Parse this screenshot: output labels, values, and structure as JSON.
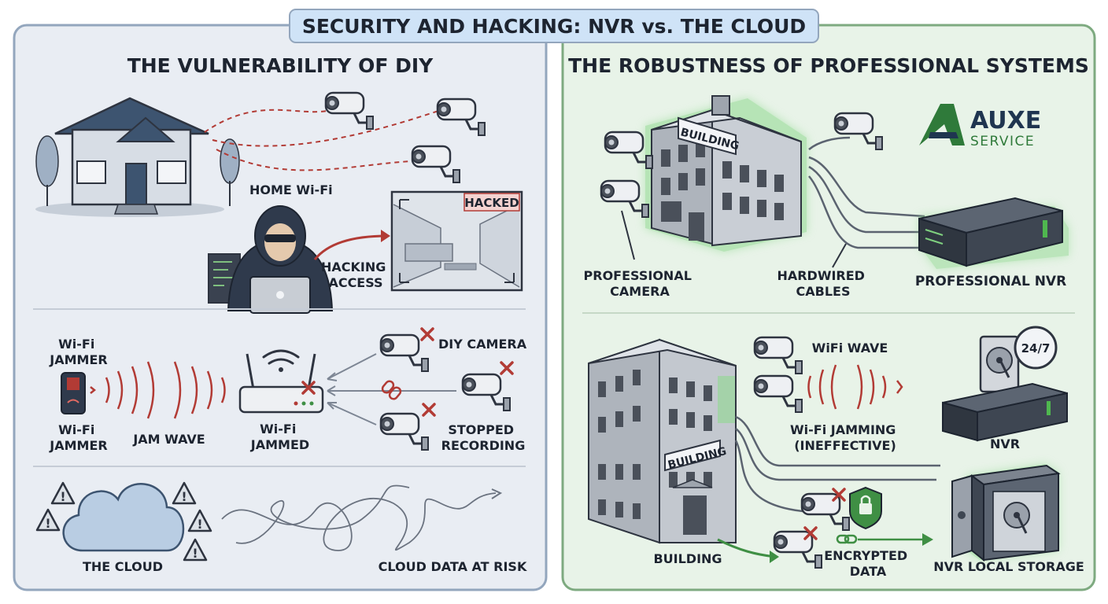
{
  "title": "SECURITY AND HACKING: NVR vs. THE CLOUD",
  "left_panel": {
    "heading": "THE VULNERABILITY OF DIY",
    "home_wifi": "HOME Wi-Fi",
    "hacked_badge": "HACKED",
    "hacking_access": [
      "HACKING",
      "ACCESS"
    ],
    "jammer_top": [
      "Wi-Fi",
      "JAMMER"
    ],
    "jammer_bottom": [
      "Wi-Fi",
      "JAMMER"
    ],
    "jam_wave": "JAM WAVE",
    "wifi_jammed": [
      "Wi-Fi",
      "JAMMED"
    ],
    "diy_camera": "DIY CAMERA",
    "stopped_recording": [
      "STOPPED",
      "RECORDING"
    ],
    "the_cloud": "THE CLOUD",
    "cloud_risk": "CLOUD DATA AT RISK"
  },
  "right_panel": {
    "heading": "THE ROBUSTNESS OF PROFESSIONAL SYSTEMS",
    "logo_name": "AUXE",
    "logo_sub": "SERVICE",
    "building_sign_top": "BUILDING",
    "professional_camera": [
      "PROFESSIONAL",
      "CAMERA"
    ],
    "hardwired_cables": [
      "HARDWIRED",
      "CABLES"
    ],
    "professional_nvr": "PROFESSIONAL NVR",
    "wifi_wave": "WiFi WAVE",
    "badge_247": "24/7",
    "wifi_jamming": [
      "Wi-Fi JAMMING",
      "(INEFFECTIVE)"
    ],
    "nvr": "NVR",
    "building_sign_bottom": "BUILDING",
    "building": "BUILDING",
    "encrypted_data": [
      "ENCRYPTED",
      "DATA"
    ],
    "nvr_local_storage": "NVR LOCAL STORAGE"
  },
  "colors": {
    "left_bg": "#e9edf3",
    "left_border": "#93a6bd",
    "right_bg": "#e8f3e8",
    "right_border": "#7eaa80",
    "title_bg": "#cfe3f7",
    "danger": "#b23b35",
    "safe_green": "#3f8f44",
    "logo_green": "#2f7a3a",
    "logo_navy": "#1f3550"
  },
  "icons": [
    "house-icon",
    "camera-icon",
    "hacker-icon",
    "laptop-icon",
    "router-icon",
    "link-icon",
    "cloud-icon",
    "warning-icon",
    "building-icon",
    "nvr-icon",
    "lock-shield-icon",
    "safe-icon",
    "hard-drive-icon",
    "clock-icon"
  ]
}
